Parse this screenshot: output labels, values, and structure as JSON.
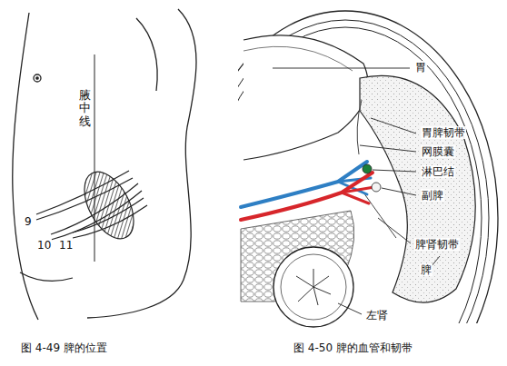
{
  "diagram": {
    "labels": [
      "腋中线",
      "9",
      "10",
      "11",
      "胃",
      "胃脾韧带",
      "网膜囊",
      "淋巴结",
      "副脾",
      "脾肾韧带",
      "脾",
      "左肾",
      "图 4-49 脾的位置",
      "图 4-50 脾的血管和韧带"
    ]
  }
}
